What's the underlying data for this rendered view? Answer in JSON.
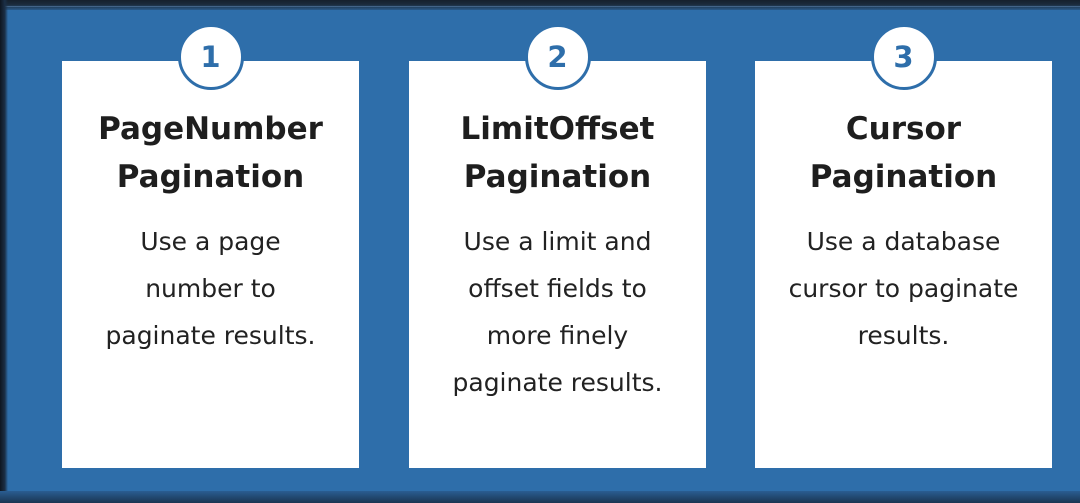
{
  "cards": [
    {
      "number": "1",
      "title_lines": [
        "PageNumber",
        "Pagination"
      ],
      "desc_lines": [
        "Use a page",
        "number to",
        "paginate results."
      ]
    },
    {
      "number": "2",
      "title_lines": [
        "LimitOffset",
        "Pagination"
      ],
      "desc_lines": [
        "Use a limit and",
        "offset fields to",
        "more finely",
        "paginate results."
      ]
    },
    {
      "number": "3",
      "title_lines": [
        "Cursor",
        "Pagination"
      ],
      "desc_lines": [
        "Use a database",
        "cursor to paginate",
        "results."
      ]
    }
  ],
  "colors": {
    "background": "#2e6eaa",
    "card": "#ffffff",
    "badge_border": "#2e6eaa",
    "badge_text": "#2e6eaa",
    "title_text": "#1e1e1e",
    "body_text": "#222222"
  }
}
